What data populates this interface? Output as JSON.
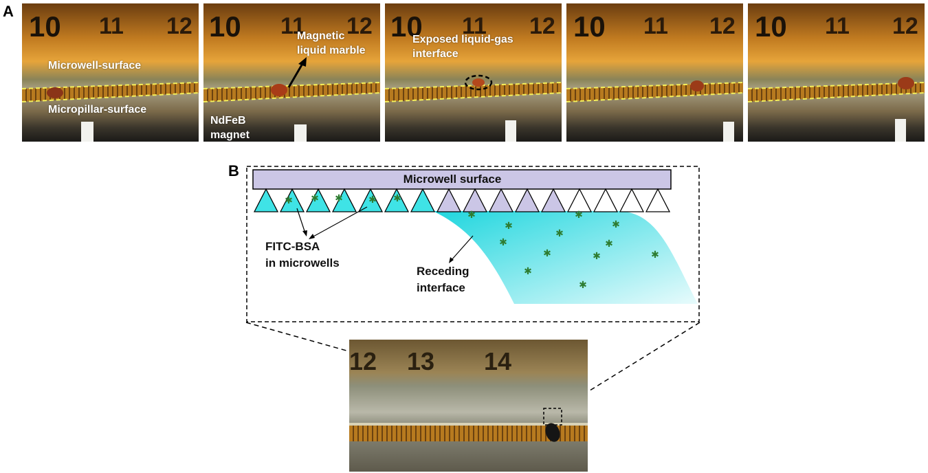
{
  "panels": {
    "a": "A",
    "b": "B"
  },
  "ruler_numbers": {
    "top": [
      "10",
      "11",
      "12"
    ],
    "bottom": [
      "12",
      "13",
      "14"
    ]
  },
  "photo_labels": {
    "p1_top": "Microwell-surface",
    "p1_bottom": "Micropillar-surface",
    "p2_top_1": "Magnetic",
    "p2_top_2": "liquid marble",
    "p2_bottom_1": "NdFeB",
    "p2_bottom_2": "magnet",
    "p3_top_1": "Exposed liquid-gas",
    "p3_top_2": "interface"
  },
  "diagram": {
    "title": "Microwell surface",
    "label_fitc_1": "FITC-BSA",
    "label_fitc_2": "in microwells",
    "label_receding_1": "Receding",
    "label_receding_2": "interface"
  },
  "colors": {
    "microwell_fill": "#cbc6e6",
    "liquid": "#3fe3e6",
    "protein": "#2e7d32",
    "dashed_line": "#f5f05a"
  },
  "icons": {
    "protein": "protein-molecule-icon",
    "arrow": "arrow-icon"
  }
}
